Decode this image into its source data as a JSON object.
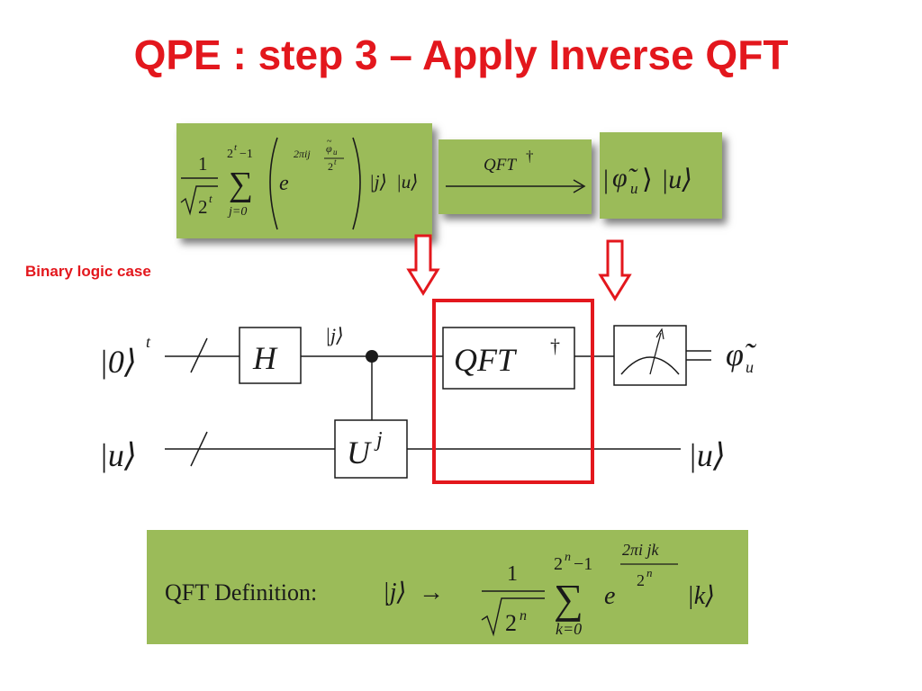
{
  "title": "QPE : step 3 – Apply Inverse QFT",
  "side_label": "Binary logic case",
  "colors": {
    "accent": "#e3171d",
    "box_green": "#9bbb59"
  },
  "state_box": {
    "frac_num": "1",
    "sqrt_arg": "2",
    "sqrt_exp": "t",
    "sum_upper_base": "2",
    "sum_upper_exp": "t",
    "sum_upper_minus": "−1",
    "sum_symbol": "∑",
    "sum_lower": "j=0",
    "exp_base": "e",
    "exp_pre": "2πij",
    "phi_tilde": "φ",
    "phi_sub": "u",
    "exp_den_base": "2",
    "exp_den_exp": "t",
    "ket_j": "|j⟩",
    "ket_u": "|u⟩"
  },
  "arrow_box": {
    "label": "QFT",
    "dagger": "†"
  },
  "result_box": {
    "ket_open": "|",
    "phi": "φ̃",
    "phi_sub": "u",
    "ket_close": "⟩",
    "ket_u": "|u⟩"
  },
  "circuit": {
    "top_input": "|0⟩",
    "top_input_exp": "t",
    "bottom_input": "|u⟩",
    "h_gate": "H",
    "j_label": "|j⟩",
    "u_gate_base": "U",
    "u_gate_exp": "j",
    "qft_label": "QFT",
    "qft_dagger": "†",
    "top_output": "φ̃",
    "top_output_sub": "u",
    "equals": "=",
    "bottom_output": "|u⟩"
  },
  "definition_box": {
    "prefix": "QFT Definition:",
    "ket_j": "|j⟩",
    "arrow": "→",
    "frac_num": "1",
    "sqrt_arg": "2",
    "sqrt_exp": "n",
    "sum_upper_base": "2",
    "sum_upper_exp": "n",
    "sum_upper_minus": "−1",
    "sum_symbol": "∑",
    "sum_lower": "k=0",
    "exp_base": "e",
    "exp_num": "2πi jk",
    "exp_den_base": "2",
    "exp_den_exp": "n",
    "ket_k": "|k⟩"
  }
}
